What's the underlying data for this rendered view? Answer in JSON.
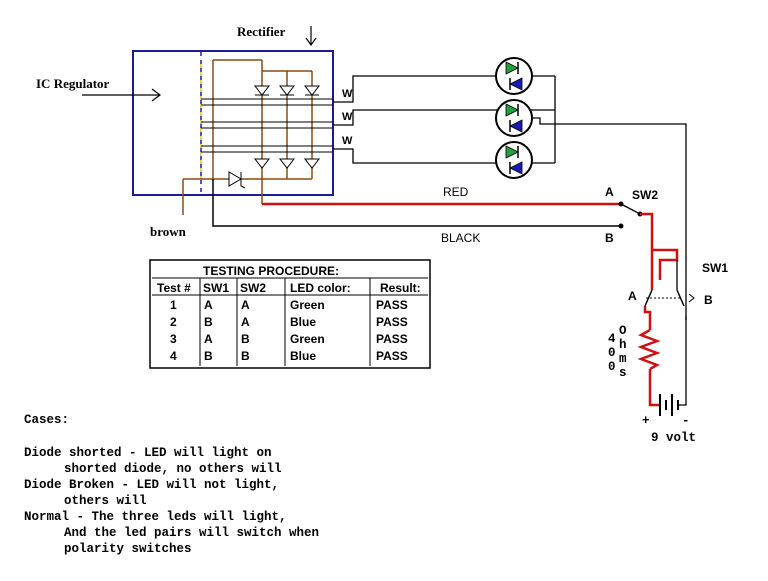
{
  "labels": {
    "rectifier": "Rectifier",
    "ic_regulator": "IC Regulator",
    "brown": "brown",
    "w": "W",
    "red": "RED",
    "black": "BLACK",
    "a": "A",
    "b": "B",
    "sw1": "SW1",
    "sw2": "SW2",
    "ohms": "400 Ohms",
    "ohms_digits": [
      "4",
      "0",
      "0"
    ],
    "ohms_letters": [
      "O",
      "h",
      "m",
      "s"
    ],
    "plus": "+",
    "minus": "-",
    "volt": "9 volt"
  },
  "table": {
    "title": "TESTING PROCEDURE:",
    "headers": [
      "Test #",
      "SW1",
      "SW2",
      "LED color:",
      "Result:"
    ],
    "rows": [
      [
        "1",
        "A",
        "A",
        "Green",
        "PASS"
      ],
      [
        "2",
        "B",
        "A",
        "Blue",
        "PASS"
      ],
      [
        "3",
        "A",
        "B",
        "Green",
        "PASS"
      ],
      [
        "4",
        "B",
        "B",
        "Blue",
        "PASS"
      ]
    ]
  },
  "cases": {
    "heading": "Cases:",
    "lines": [
      "Diode shorted - LED will light on",
      "shorted diode, no others will",
      "Diode Broken - LED will not light,",
      "others will",
      "Normal - The three leds will light,",
      "And the led pairs will switch when",
      "polarity switches"
    ]
  },
  "colors": {
    "regulator_box": "#1b1b9a",
    "brown_wire": "#8a4a14",
    "red_wire": "#d01010",
    "led_green": "#1fa23c",
    "led_blue": "#1a1ab0",
    "black_wire": "#000000"
  }
}
